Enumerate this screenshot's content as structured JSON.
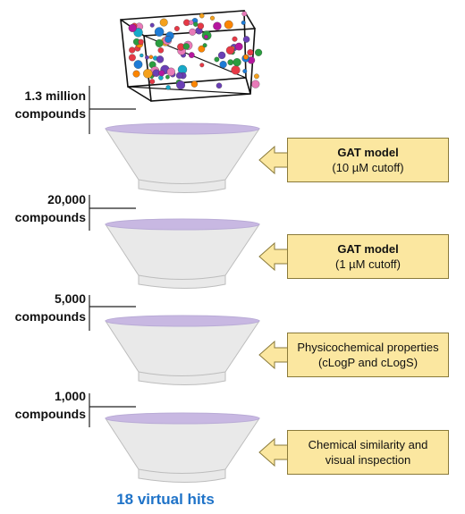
{
  "stages": [
    {
      "count": [
        "1.3 million",
        "compounds"
      ],
      "filter": [
        "GAT model",
        "(10 µM cutoff)"
      ],
      "filter_bold_first": true
    },
    {
      "count": [
        "20,000",
        "compounds"
      ],
      "filter": [
        "GAT model",
        "(1 µM cutoff)"
      ],
      "filter_bold_first": true
    },
    {
      "count": [
        "5,000",
        "compounds"
      ],
      "filter": [
        "Physicochemical properties",
        "(cLogP and cLogS)"
      ],
      "filter_bold_first": false
    },
    {
      "count": [
        "1,000",
        "compounds"
      ],
      "filter": [
        "Chemical similarity and",
        "visual inspection"
      ],
      "filter_bold_first": false
    }
  ],
  "result": "18 virtual hits",
  "colors": {
    "funnel_fill": "#e9e9e9",
    "funnel_rim": "#c8b8e2",
    "arrow_fill": "#fbe7a0",
    "arrow_stroke": "#8a7a3a",
    "result_text": "#1f73c8",
    "molecule_colors": [
      "#e63946",
      "#1d7bd6",
      "#f4a11d",
      "#6a3fb5",
      "#2a9d3f",
      "#e87ab8",
      "#17a9c9",
      "#b5179e",
      "#fb8500"
    ]
  }
}
